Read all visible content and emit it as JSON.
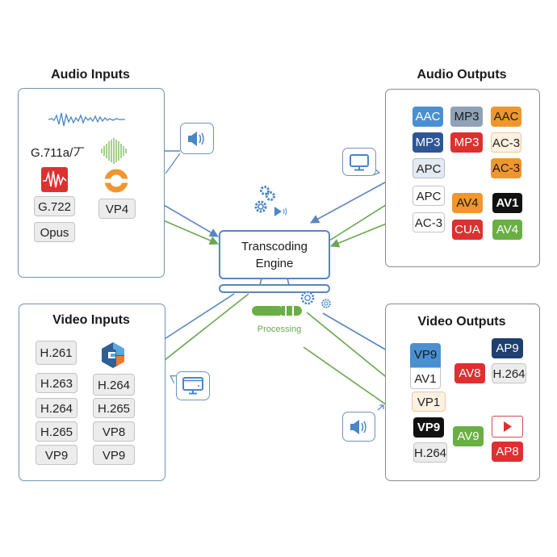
{
  "colors": {
    "blue_arrow": "#5b86bd",
    "green_arrow": "#6aa84f",
    "panel_border": "#6f93bd",
    "gray_border": "#8a8a8a"
  },
  "engine": {
    "title_line1": "Transcoding",
    "title_line2": "Engine",
    "processing_label": "Processing",
    "top_icons": [
      "gears-icon",
      "play-sound-icon"
    ],
    "bottom_icons": [
      "gear-icon",
      "gear-small-icon"
    ]
  },
  "audio_inputs": {
    "title": "Audio Inputs",
    "waveform_icon": "waveform-icon",
    "g711_label": "G.711a/丆",
    "chips_left": [
      "G.722",
      "Opus"
    ],
    "chips_right": [
      "VP4"
    ],
    "icons": [
      "green-soundwave-icon",
      "red-waveform-icon",
      "orange-codec-icon"
    ]
  },
  "audio_outputs": {
    "title": "Audio Outputs",
    "chips": [
      {
        "label": "AAC",
        "style": "solid",
        "color": "#4a90d0"
      },
      {
        "label": "MP3",
        "style": "solid-dark-text",
        "color": "#8fa2b6"
      },
      {
        "label": "AAC",
        "style": "solid-dark-text",
        "color": "#f0962e"
      },
      {
        "label": "MP3",
        "style": "solid",
        "color": "#2f5596"
      },
      {
        "label": "MP3",
        "style": "solid",
        "color": "#dd3030"
      },
      {
        "label": "AC-3",
        "style": "cream"
      },
      {
        "label": "APC",
        "style": "lightblue"
      },
      {
        "label": "AC-3",
        "style": "solid-dark-text",
        "color": "#f0962e"
      },
      {
        "label": "APC",
        "style": "white"
      },
      {
        "label": "AV4",
        "style": "solid-dark-text",
        "color": "#f0962e"
      },
      {
        "label": "AV1",
        "style": "solid",
        "color": "#111111"
      },
      {
        "label": "AC-3",
        "style": "white"
      },
      {
        "label": "CUA",
        "style": "solid",
        "color": "#dd3030"
      },
      {
        "label": "AV4",
        "style": "solid",
        "color": "#6aaf44"
      }
    ]
  },
  "video_inputs": {
    "title": "Video Inputs",
    "chips_left": [
      "H.261",
      "H.263",
      "H.264",
      "H.265",
      "VP9"
    ],
    "chips_right": [
      "H.264",
      "H.265",
      "VP8",
      "VP9"
    ],
    "logo_icon": "hexagon-logo-icon"
  },
  "video_outputs": {
    "title": "Video Outputs",
    "chips": [
      {
        "label": "VP9",
        "style": "solid-dark-text",
        "color": "#4a90d0"
      },
      {
        "label": "AV1",
        "style": "white"
      },
      {
        "label": "VP1",
        "style": "cream"
      },
      {
        "label": "VP9",
        "style": "solid",
        "color": "#111111"
      },
      {
        "label": "H.264",
        "style": "gray"
      },
      {
        "label": "AP9",
        "style": "solid",
        "color": "#1f3f6e"
      },
      {
        "label": "AV8",
        "style": "solid",
        "color": "#dd3030"
      },
      {
        "label": "H.264",
        "style": "gray"
      },
      {
        "label": "AV9",
        "style": "solid",
        "color": "#6aaf44"
      },
      {
        "label": "AP8",
        "style": "solid",
        "color": "#dd3030"
      }
    ],
    "play_icon": "play-button-icon"
  },
  "floating_icons": [
    "speaker-icon",
    "monitor-icon",
    "monitor-icon",
    "speaker-icon"
  ]
}
